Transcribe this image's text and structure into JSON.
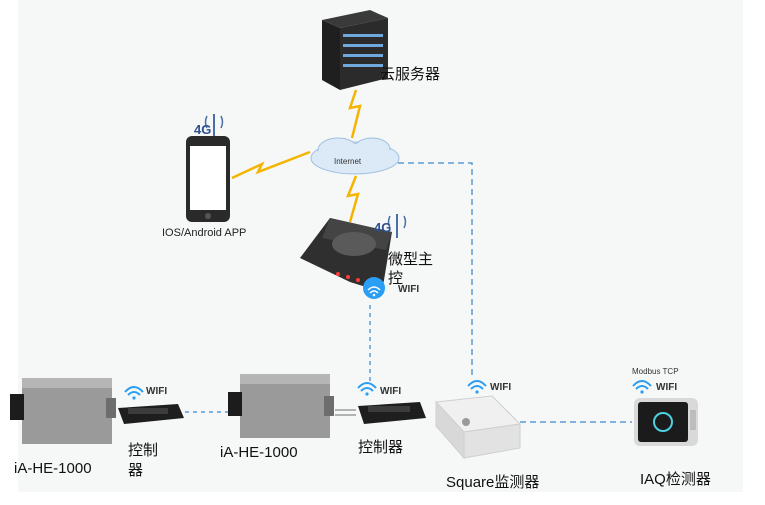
{
  "nodes": {
    "cloud_server": "云服务器",
    "internet": "Internet",
    "app": "IOS/Android APP",
    "micro_host_line1": "微型主",
    "micro_host_line2": "控",
    "device_a": "iA-HE-1000",
    "controller_a_line1": "控制",
    "controller_a_line2": "器",
    "device_b": "iA-HE-1000",
    "controller_b": "控制器",
    "square_monitor": "Square监测器",
    "iaq_monitor": "IAQ检测器",
    "modbus": "Modbus TCP"
  },
  "badges": {
    "wifi": "WIFI",
    "g4": "4G"
  },
  "colors": {
    "lightning": "#f5b400",
    "dashed_link": "#5b9bd5",
    "gray_link": "#9a9a9a"
  }
}
